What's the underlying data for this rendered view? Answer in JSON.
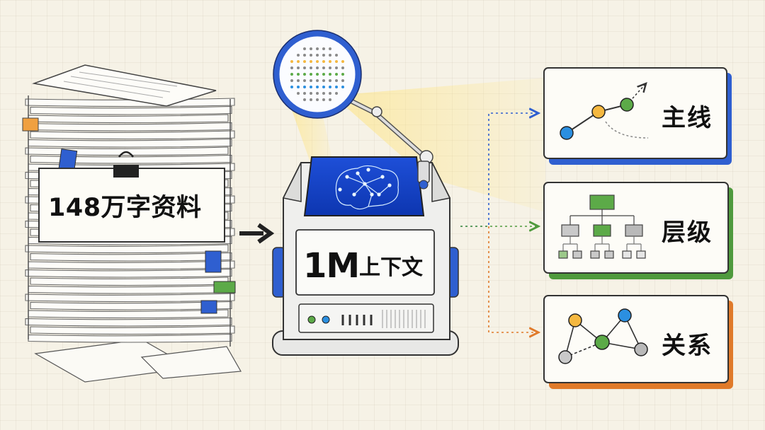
{
  "documents": {
    "label": "148万字资料"
  },
  "processor": {
    "capacity": "1M",
    "capacity_text": "上下文"
  },
  "outputs": [
    {
      "label": "主线",
      "accent": "#2f5fd0"
    },
    {
      "label": "层级",
      "accent": "#4f9a3d"
    },
    {
      "label": "关系",
      "accent": "#e07a2a"
    }
  ],
  "colors": {
    "blue": "#2f5fd0",
    "green": "#4f9a3d",
    "orange": "#e07a2a",
    "node_blue": "#2b8fe0",
    "node_yellow": "#f5b840",
    "node_green": "#5caa48",
    "node_gray": "#b9b9b9",
    "paper_tag_orange": "#f0a040"
  },
  "icons": [
    "paper-stack-icon",
    "binder-clip-icon",
    "arrow-right-icon",
    "magnifier-icon",
    "brain-network-icon",
    "timeline-icon",
    "hierarchy-icon",
    "network-graph-icon"
  ]
}
